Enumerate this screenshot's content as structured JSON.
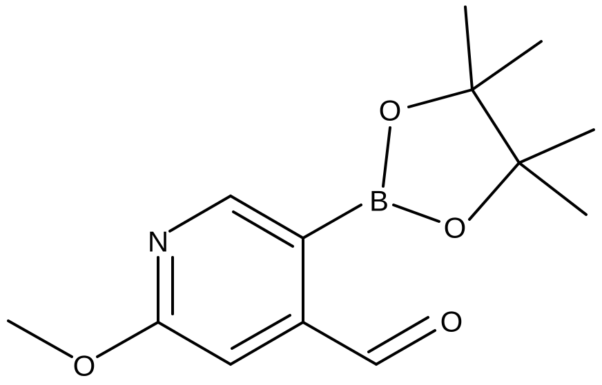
{
  "atoms": {
    "N": "N",
    "B": "B",
    "O_ring_top": "O",
    "O_ring_bottom": "O",
    "O_aldehyde": "O",
    "O_methoxy": "O"
  },
  "colors": {
    "bond": "#000000",
    "label": "#000000",
    "background": "#ffffff"
  }
}
